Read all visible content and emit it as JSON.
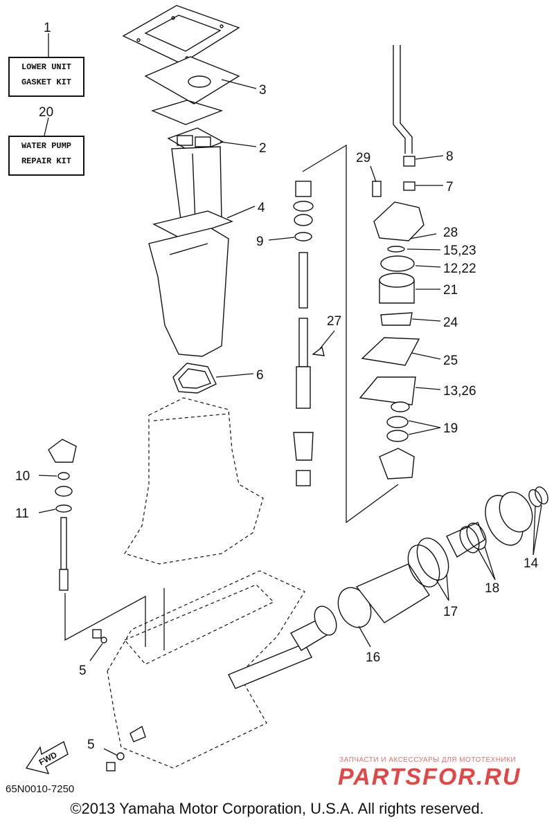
{
  "kits": {
    "lower_unit": {
      "number": "1",
      "line1": "LOWER UNIT",
      "line2": "GASKET KIT"
    },
    "water_pump": {
      "number": "20",
      "line1": "WATER PUMP",
      "line2": "REPAIR KIT"
    }
  },
  "callouts": {
    "p2": "2",
    "p3": "3",
    "p4": "4",
    "p5a": "5",
    "p5b": "5",
    "p6": "6",
    "p7": "7",
    "p8": "8",
    "p9": "9",
    "p10": "10",
    "p11": "11",
    "p12_22": "12,22",
    "p13_26": "13,26",
    "p14": "14",
    "p15_23": "15,23",
    "p16": "16",
    "p17": "17",
    "p18": "18",
    "p19": "19",
    "p21": "21",
    "p24": "24",
    "p25": "25",
    "p27": "27",
    "p28": "28",
    "p29": "29"
  },
  "fwd_label": "FWD",
  "drawing_code": "65N0010-7250",
  "copyright": "©2013 Yamaha Motor Corporation, U.S.A. All rights reserved.",
  "watermark": {
    "small": "ЗАПЧАСТИ И АКСЕССУАРЫ ДЛЯ МОТОТЕХНИКИ",
    "big": "PARTSFOR.RU"
  },
  "colors": {
    "ink": "#111111",
    "watermark": "#e04848"
  }
}
